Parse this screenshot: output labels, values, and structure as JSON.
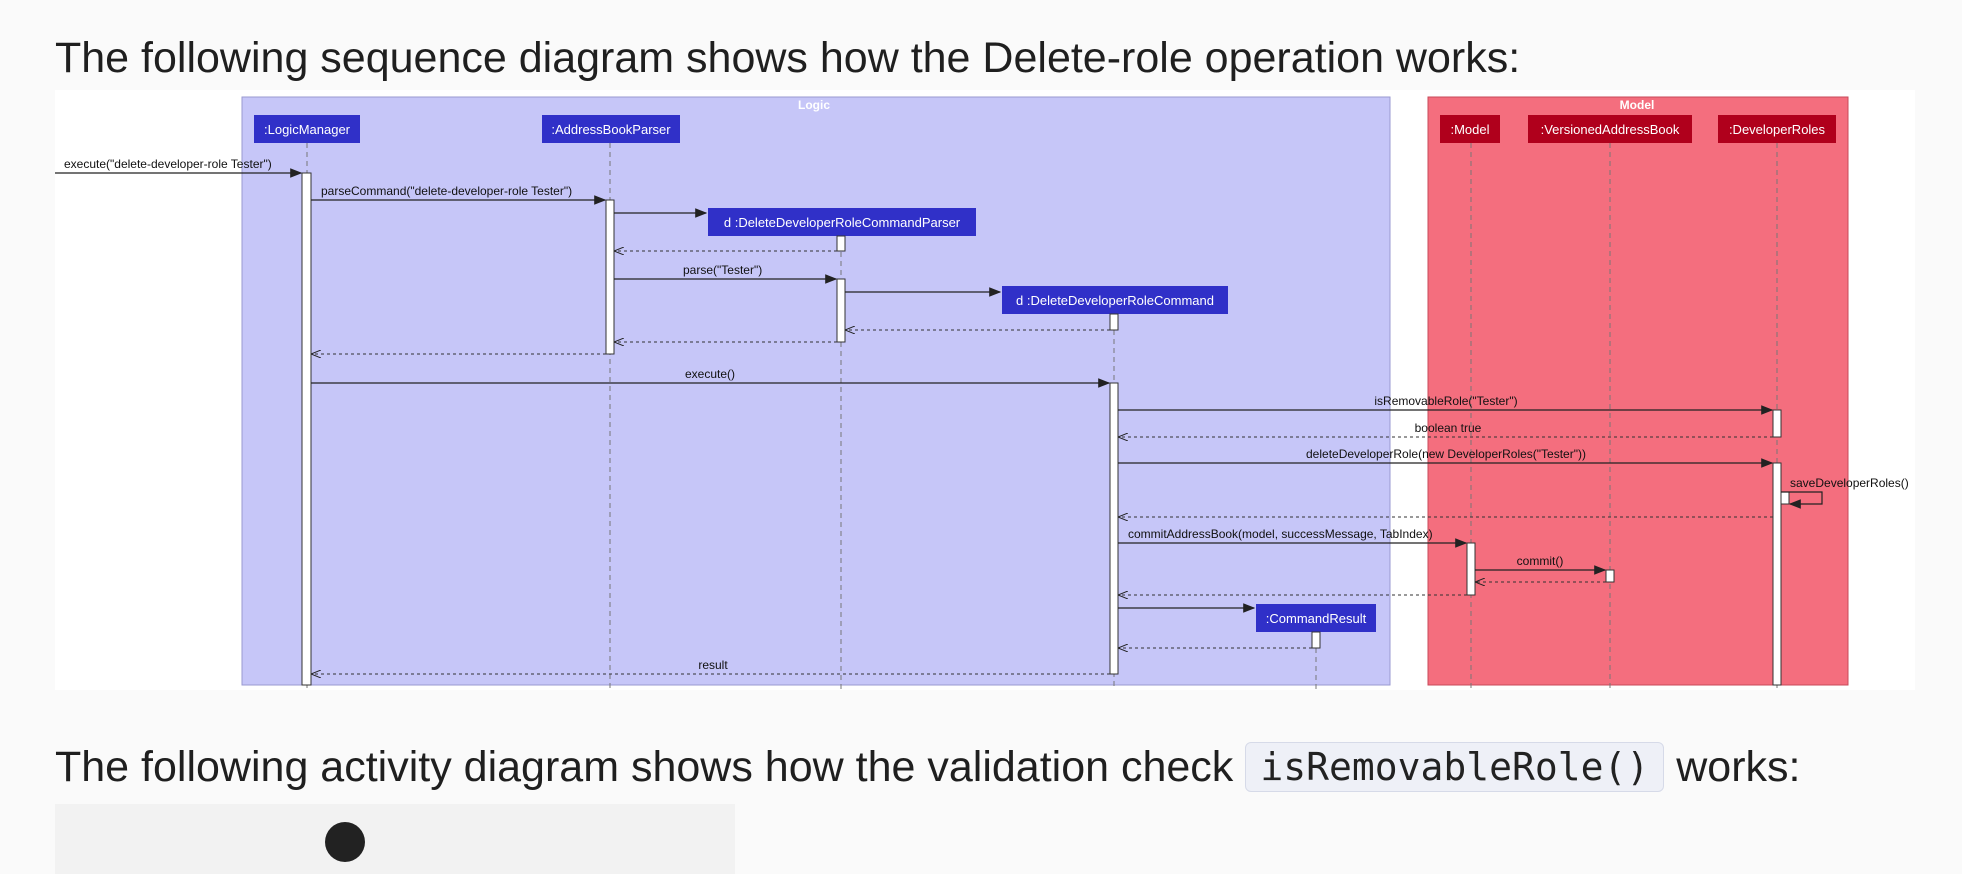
{
  "paragraphs": {
    "intro": "The following sequence diagram shows how the Delete-role operation works:",
    "activity_prefix": "The following activity diagram shows how the validation check",
    "activity_code": "isRemovableRole()",
    "activity_suffix": "works:"
  },
  "diagram": {
    "frames": {
      "logic": "Logic",
      "model": "Model"
    },
    "participants": {
      "logic_manager": ":LogicManager",
      "parser": ":AddressBookParser",
      "cmd_parser": "d :DeleteDeveloperRoleCommandParser",
      "command": "d :DeleteDeveloperRoleCommand",
      "result": ":CommandResult",
      "model": ":Model",
      "versioned_ab": ":VersionedAddressBook",
      "dev_roles": ":DeveloperRoles"
    },
    "messages": {
      "m1": "execute(\"delete-developer-role Tester\")",
      "m2": "parseCommand(\"delete-developer-role Tester\")",
      "m3": "parse(\"Tester\")",
      "m4": "execute()",
      "m5": "isRemovableRole(\"Tester\")",
      "m6": "boolean true",
      "m7": "deleteDeveloperRole(new DeveloperRoles(\"Tester\"))",
      "m8": "saveDeveloperRoles()",
      "m9": "commitAddressBook(model, successMessage, TabIndex)",
      "m10": "commit()",
      "m11": "result"
    },
    "colors": {
      "logic_frame": "#c6c6f8",
      "model_frame": "#f46e7e",
      "logic_participant": "#3030c8",
      "model_participant": "#b0001c"
    }
  }
}
